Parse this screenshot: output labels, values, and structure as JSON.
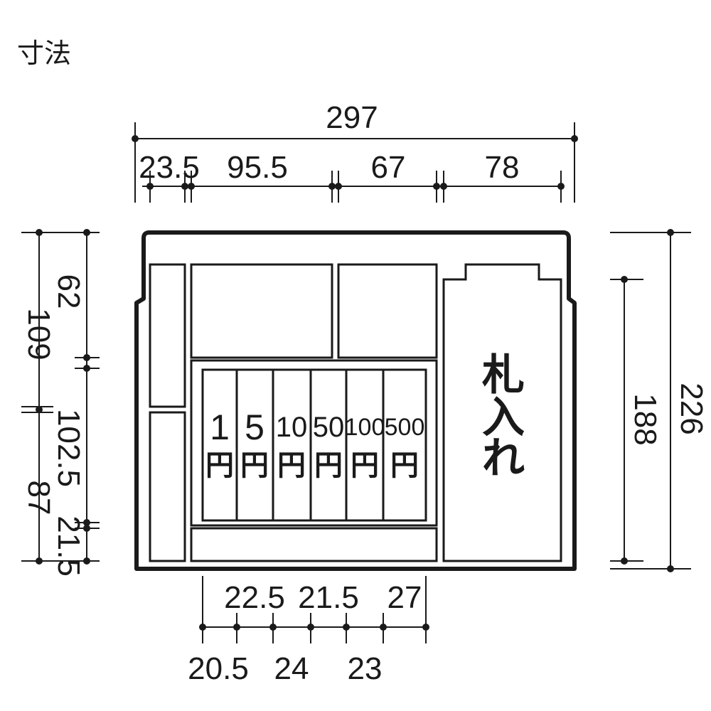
{
  "title": "寸法",
  "dims": {
    "overall_width": "297",
    "seg_23_5": "23.5",
    "seg_95_5": "95.5",
    "seg_67": "67",
    "seg_78": "78",
    "left_109": "109",
    "left_62": "62",
    "left_102_5": "102.5",
    "left_87": "87",
    "left_21_5": "21.5",
    "right_226": "226",
    "right_188": "188",
    "bottom_22_5": "22.5",
    "bottom_21_5": "21.5",
    "bottom_27": "27",
    "bottom_20_5": "20.5",
    "bottom_24": "24",
    "bottom_23": "23"
  },
  "coins": [
    {
      "value": "1",
      "unit": "円"
    },
    {
      "value": "5",
      "unit": "円"
    },
    {
      "value": "10",
      "unit": "円"
    },
    {
      "value": "50",
      "unit": "円"
    },
    {
      "value": "100",
      "unit": "円"
    },
    {
      "value": "500",
      "unit": "円"
    }
  ],
  "bill_label": [
    "札",
    "入",
    "れ"
  ]
}
